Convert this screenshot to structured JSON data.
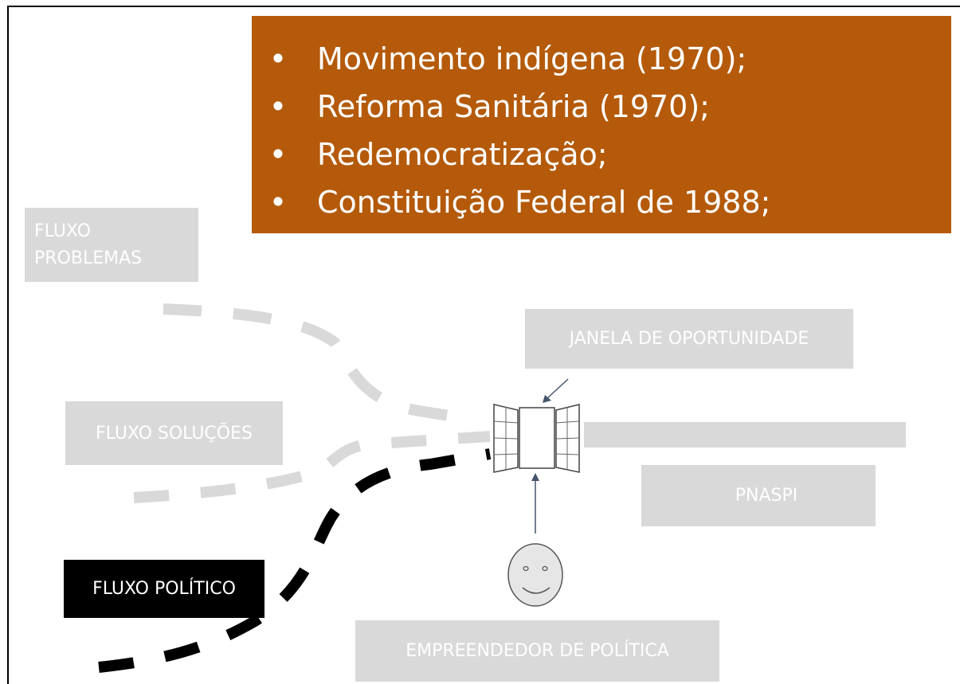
{
  "bullets": {
    "marker": "•",
    "items": [
      "Movimento indígena (1970);",
      "Reforma Sanitária (1970);",
      "Redemocratização;",
      "Constituição Federal de 1988;"
    ]
  },
  "labels": {
    "fluxo_problemas": "FLUXO PROBLEMAS",
    "janela_oportunidade": "JANELA DE OPORTUNIDADE",
    "fluxo_solucoes": "FLUXO SOLUÇÕES",
    "pnaspi": "PNASPI",
    "fluxo_politico": "FLUXO POLÍTICO",
    "empreendedor": "EMPREENDEDOR DE POLÍTICA"
  },
  "colors": {
    "bullet_box": "#b45a0a",
    "label_box": "#d9d9d9",
    "political_box": "#000000",
    "gray_stream": "#d9d9d9",
    "political_stream": "#000000",
    "arrow": "#44546a"
  },
  "icons": [
    "window-icon",
    "smiley-face-icon"
  ]
}
